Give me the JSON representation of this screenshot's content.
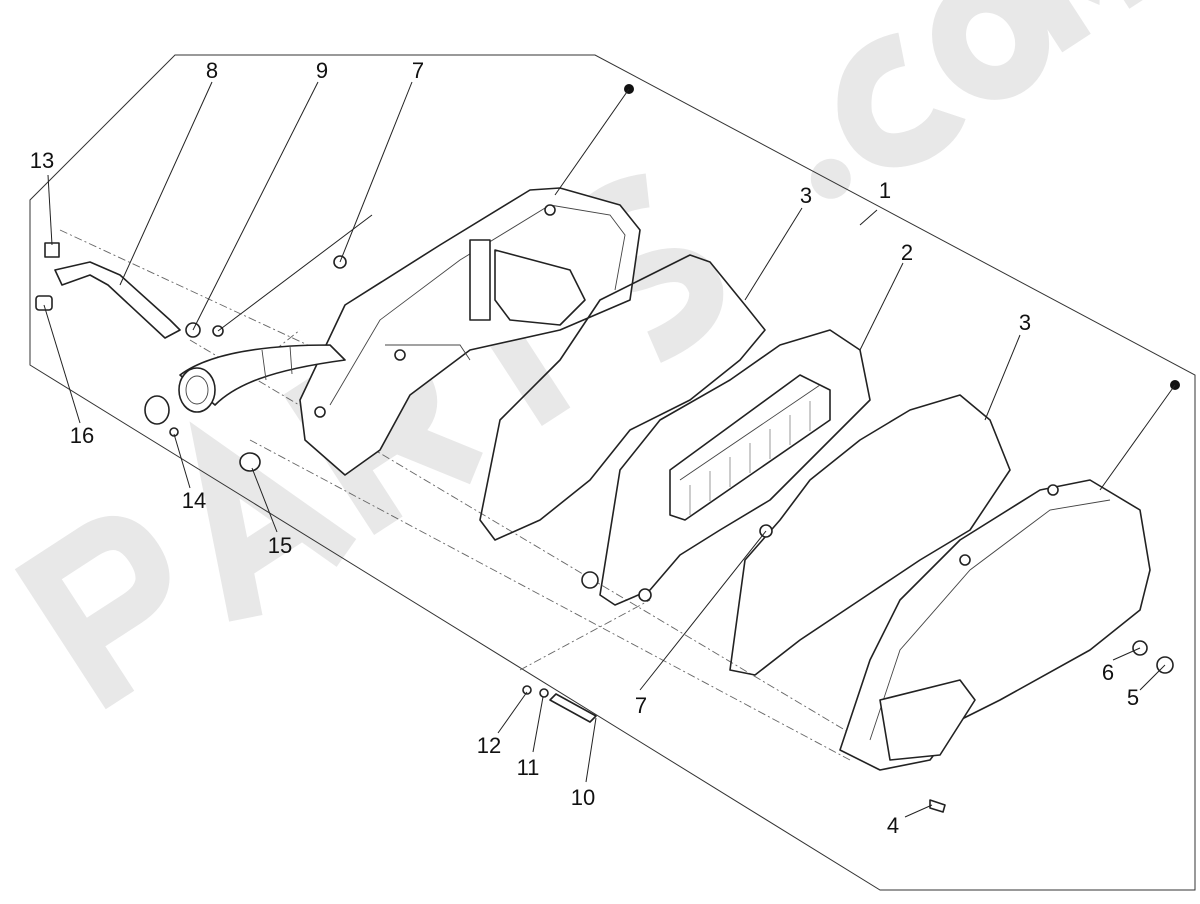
{
  "diagram": {
    "title": "Air filter assembly exploded view",
    "watermark": "PARTS.COM",
    "callouts": [
      "8",
      "9",
      "7",
      "13",
      "16",
      "14",
      "15",
      "3",
      "1",
      "2",
      "3",
      "7",
      "12",
      "11",
      "10",
      "6",
      "5",
      "4"
    ]
  }
}
